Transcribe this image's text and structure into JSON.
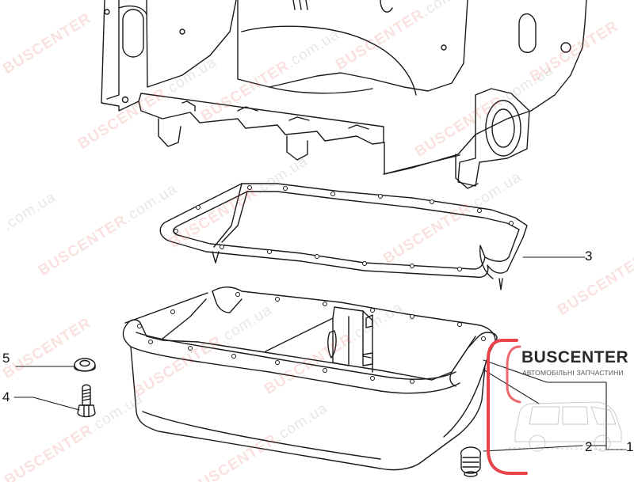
{
  "callouts": [
    {
      "id": "1",
      "text": "1"
    },
    {
      "id": "2",
      "text": "2"
    },
    {
      "id": "3",
      "text": "3"
    },
    {
      "id": "4",
      "text": "4"
    },
    {
      "id": "5",
      "text": "5"
    }
  ],
  "watermark": {
    "brand": "BUSCENTER",
    "suffix": ".com.ua"
  },
  "logo": {
    "title": "BUSCENTER",
    "subtitle": "АВТОМОБІЛЬНІ ЗАПЧАСТИНИ"
  },
  "colors": {
    "line": "#1a1a1a",
    "watermark": "#dc463c",
    "logo_accent": "#e8434a"
  }
}
